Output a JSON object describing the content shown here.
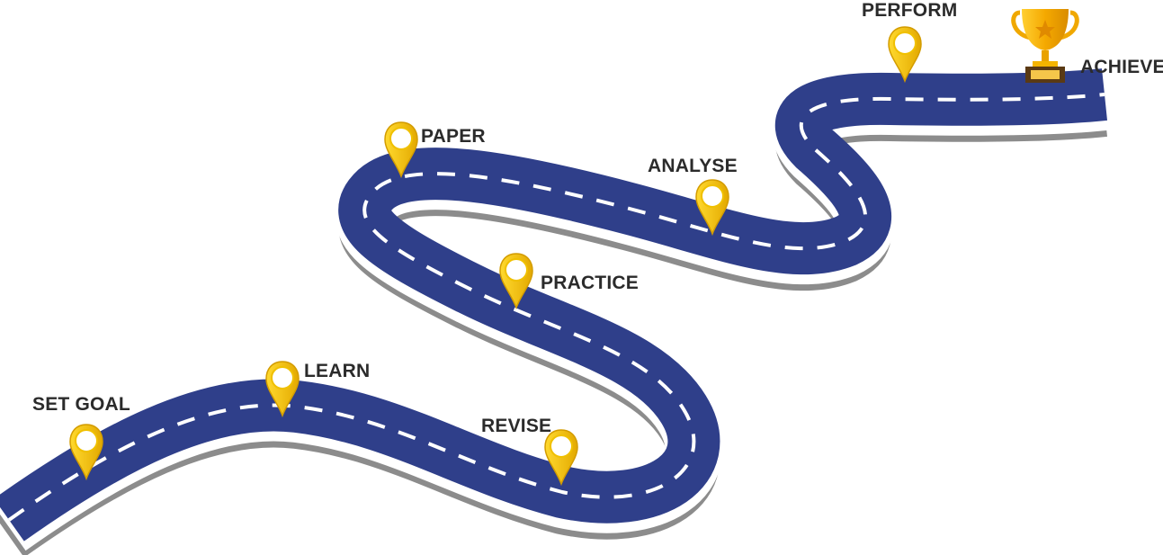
{
  "stages": [
    {
      "id": "set-goal",
      "label": "SET GOAL"
    },
    {
      "id": "learn",
      "label": "LEARN"
    },
    {
      "id": "revise",
      "label": "REVISE"
    },
    {
      "id": "practice",
      "label": "PRACTICE"
    },
    {
      "id": "paper",
      "label": "PAPER"
    },
    {
      "id": "analyse",
      "label": "ANALYSE"
    },
    {
      "id": "perform",
      "label": "PERFORM"
    },
    {
      "id": "achieve",
      "label": "ACHIEVE"
    }
  ],
  "colors": {
    "road": "#2f3f8a",
    "road_shadow": "#8a8a8a",
    "road_edge": "#ffffff",
    "lane_marking": "#ffffff",
    "pin": "#f7c600",
    "pin_dark": "#d9a400",
    "trophy": "#f5b400",
    "text": "#2b2b2b"
  },
  "icons": {
    "pin": "map-pin-icon",
    "trophy": "trophy-icon"
  }
}
